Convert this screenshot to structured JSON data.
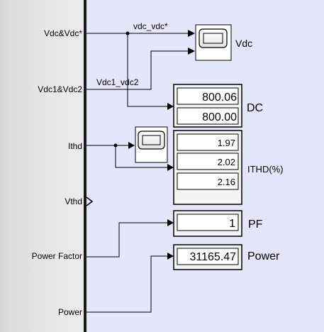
{
  "subsystem_ports": {
    "vdc_ref": "Vdc&Vdc*",
    "vdc1_vdc2": "Vdc1&Vdc2",
    "ithd": "Ithd",
    "vthd": "Vthd",
    "power_factor": "Power Factor",
    "power": "Power"
  },
  "signal_labels": {
    "vdc_vdc_star": "vdc_vdc*",
    "vdc1_vdc2": "Vdc1_vdc2"
  },
  "block_labels": {
    "vdc_scope": "Vdc",
    "dc_display": "DC",
    "ithd_display": "ITHD(%)",
    "pf_display": "PF",
    "power_display": "Power"
  },
  "displays": {
    "dc": [
      "800.06",
      "800.00"
    ],
    "ithd": [
      "1.97",
      "2.02",
      "2.16"
    ],
    "pf": [
      "1"
    ],
    "power": [
      "31165.47"
    ]
  },
  "colors": {
    "canvas": "#e6e6fa",
    "panel": "#e2e2e2",
    "line": "#000000"
  }
}
